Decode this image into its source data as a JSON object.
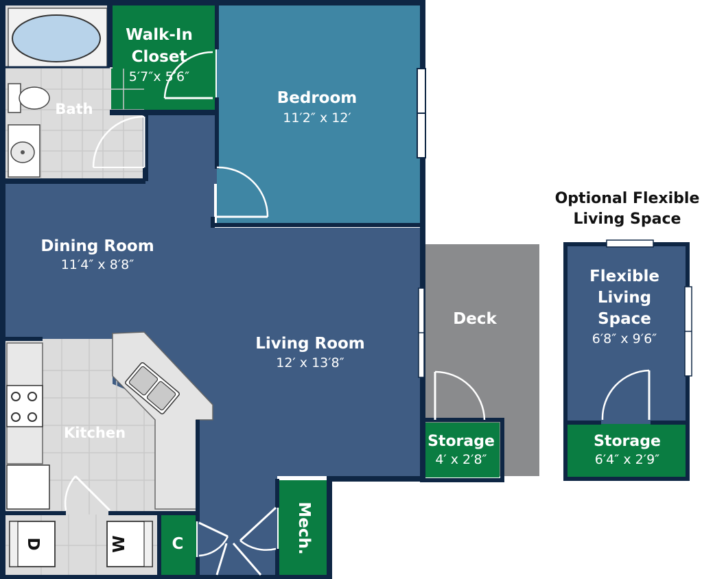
{
  "rooms": {
    "walk_in_closet": {
      "name_line1": "Walk-In",
      "name_line2": "Closet",
      "dims": "5′7″x 5′6″"
    },
    "bedroom": {
      "name": "Bedroom",
      "dims": "11′2″ x 12′"
    },
    "bath": {
      "name": "Bath"
    },
    "dining_room": {
      "name": "Dining Room",
      "dims": "11′4″ x 8′8″"
    },
    "living_room": {
      "name": "Living Room",
      "dims": "12′ x 13′8″"
    },
    "kitchen": {
      "name": "Kitchen"
    },
    "deck": {
      "name": "Deck"
    },
    "storage_deck": {
      "name": "Storage",
      "dims": "4′ x 2′8″"
    },
    "mech": {
      "name": "Mech."
    },
    "closet_c": {
      "name": "C"
    },
    "dryer": {
      "label": "D"
    },
    "washer": {
      "label": "W"
    },
    "flexible": {
      "name_line1": "Flexible",
      "name_line2": "Living",
      "name_line3": "Space",
      "dims": "6′8″ x 9′6″"
    },
    "storage_flex": {
      "name": "Storage",
      "dims": "6′4″ x 2′9″"
    }
  },
  "optional_heading": {
    "line1": "Optional Flexible",
    "line2": "Living Space"
  },
  "colors": {
    "wall": "#0e2644",
    "living": "#3f5c83",
    "bedroom": "#3f86a4",
    "closet": "#0a7d42",
    "deck": "#8a8b8d",
    "tile": "#dcdcdc",
    "counter": "#e4e4e4"
  }
}
